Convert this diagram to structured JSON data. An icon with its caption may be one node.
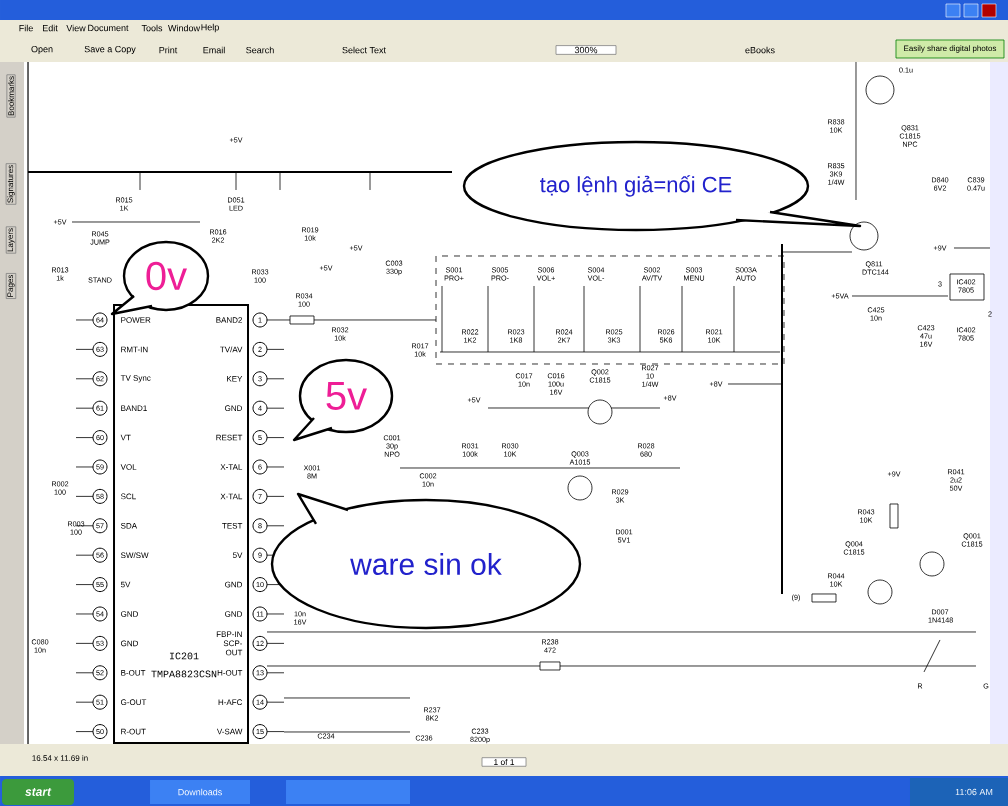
{
  "diagram": {
    "nodes": [
      {
        "text": [
          "tạo lệnh giả=nối CE"
        ]
      },
      {
        "text": [
          "0v"
        ]
      },
      {
        "text": [
          "5v"
        ]
      },
      {
        "text": [
          "ware sin ok"
        ]
      },
      {
        "text": [
          "IC201",
          "TMPA8823CSN"
        ]
      }
    ],
    "labels": [
      "File",
      "Edit",
      "View",
      "Document",
      "Tools",
      "Window",
      "Help",
      "Open",
      "Save a Copy",
      "Print",
      "Email",
      "Search",
      "Select Text",
      "300%",
      "eBooks",
      "Easily share digital photos",
      "Bookmarks",
      "Signatures",
      "Layers",
      "Pages",
      "+5V",
      "R015 1K",
      "D051 LED",
      "+5V",
      "R045 JUMP",
      "R016 2K2",
      "R019 10k",
      "+5V",
      "R013 1k",
      "STAND",
      "R033 100",
      "+5V",
      "C003 330p",
      "R034 100",
      "R032 10k",
      "R017 10k",
      "S001 PRO+",
      "S005 PRO-",
      "S006 VOL+",
      "S004 VOL-",
      "S002 AV/TV",
      "S003 MENU",
      "S003A AUTO",
      "R022 1K2",
      "R023 1K8",
      "R024 2K7",
      "R025 3K3",
      "R026 5K6",
      "R021 10K",
      "C017 10n",
      "C016 100u 16V",
      "Q002 C1815",
      "R027 10 1/4W",
      "+5V",
      "+8V",
      "C001 30p NPO",
      "R031 100k",
      "R030 10K",
      "Q003 A1015",
      "R028 680",
      "C002 10n",
      "R029 3K",
      "D001 5V1",
      "X001 8M",
      "10n 16V",
      "R002 100",
      "R003 100",
      "C080 10n",
      "R238 472",
      "R237 8K2",
      "C236",
      "C233 8200p",
      "C234",
      "0.1u",
      "R838 10K",
      "Q831 C1815 NPC",
      "R835 3K9 1/4W",
      "D840 6V2",
      "C839 0.47u",
      "Q811 DTC144",
      "+9V",
      "+5VA",
      "3",
      "IC402 7805",
      "2",
      "C425 10n",
      "C423 47u 16V",
      "IC402 7805",
      "+8V",
      "+9V",
      "R043 10K",
      "R041 2u2 50V",
      "Q004 C1815",
      "Q001 C1815",
      "(9)",
      "R044 10K",
      "D007 1N4148",
      "R",
      "G",
      "16.54 x 11.69 in",
      "1 of 1",
      "start",
      "Downloads",
      "11:06 AM",
      "64",
      "POWER",
      "BAND2",
      "1",
      "63",
      "RMT-IN",
      "TV/AV",
      "2",
      "62",
      "TV Sync",
      "KEY",
      "3",
      "61",
      "BAND1",
      "GND",
      "4",
      "60",
      "VT",
      "RESET",
      "5",
      "59",
      "VOL",
      "X-TAL",
      "6",
      "58",
      "SCL",
      "X-TAL",
      "7",
      "57",
      "SDA",
      "TEST",
      "8",
      "56",
      "SW/SW",
      "5V",
      "9",
      "55",
      "5V",
      "GND",
      "10",
      "54",
      "GND",
      "GND",
      "11",
      "53",
      "GND",
      "FBP-IN SCP-OUT",
      "12",
      "52",
      "B-OUT",
      "H-OUT",
      "13",
      "51",
      "G-OUT",
      "H-AFC",
      "14",
      "50",
      "R-OUT",
      "V-SAW",
      "15"
    ]
  }
}
